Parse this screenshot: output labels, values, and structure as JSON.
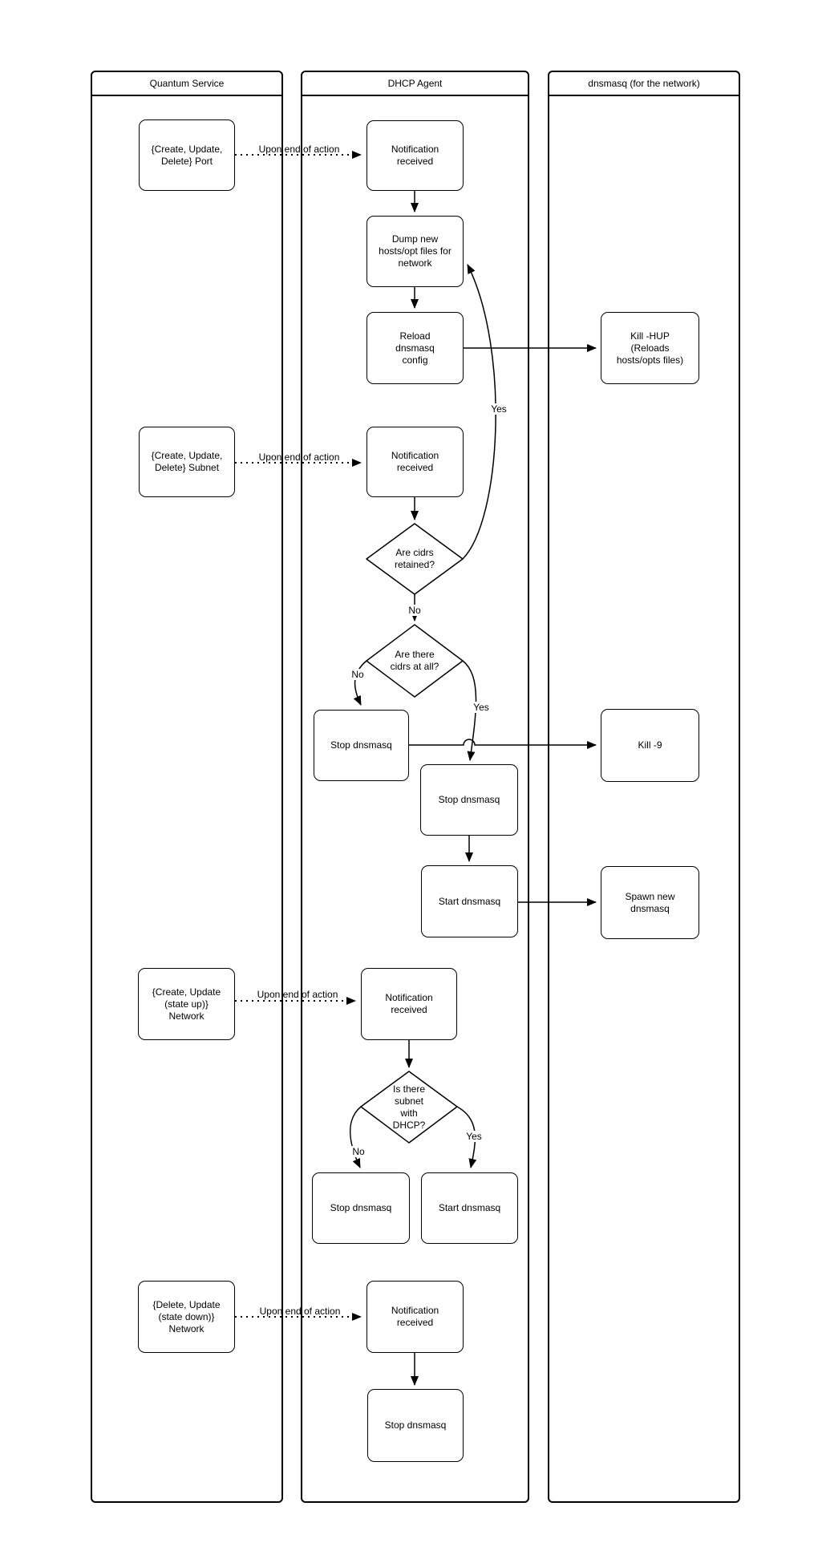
{
  "lanes": [
    {
      "title": "Quantum Service"
    },
    {
      "title": "DHCP Agent"
    },
    {
      "title": "dnsmasq (for the network)"
    }
  ],
  "nodes": {
    "port": "{Create, Update, Delete} Port",
    "subnet": "{Create, Update, Delete} Subnet",
    "network_up": "{Create, Update (state up)} Network",
    "network_down": "{Delete, Update (state down)} Network",
    "notif1": "Notification received",
    "dump": "Dump new hosts/opt files for network",
    "reload": "Reload dnsmasq config",
    "notif2": "Notification received",
    "cidrs_retained": "Are cidrs retained?",
    "cidrs_at_all": "Are there cidrs at all?",
    "stop1": "Stop dnsmasq",
    "stop2": "Stop dnsmasq",
    "start1": "Start dnsmasq",
    "notif3": "Notification received",
    "subnet_dhcp": "Is there subnet with DHCP?",
    "stop3": "Stop dnsmasq",
    "start2": "Start dnsmasq",
    "notif4": "Notification received",
    "stop4": "Stop dnsmasq",
    "kill_hup": "Kill -HUP (Reloads hosts/opts files)",
    "kill_9": "Kill -9",
    "spawn": "Spawn new dnsmasq"
  },
  "labels": {
    "upon_port": "Upon end of action",
    "upon_subnet": "Upon end of action",
    "upon_network_up": "Upon end of action",
    "upon_network_down": "Upon end of action",
    "yes_retained": "Yes",
    "no_retained": "No",
    "no_cidrs": "No",
    "yes_cidrs": "Yes",
    "no_dhcp": "No",
    "yes_dhcp": "Yes"
  },
  "colors": {
    "stroke": "#000000",
    "node_fill": "#ffffff",
    "background": "#ffffff"
  }
}
